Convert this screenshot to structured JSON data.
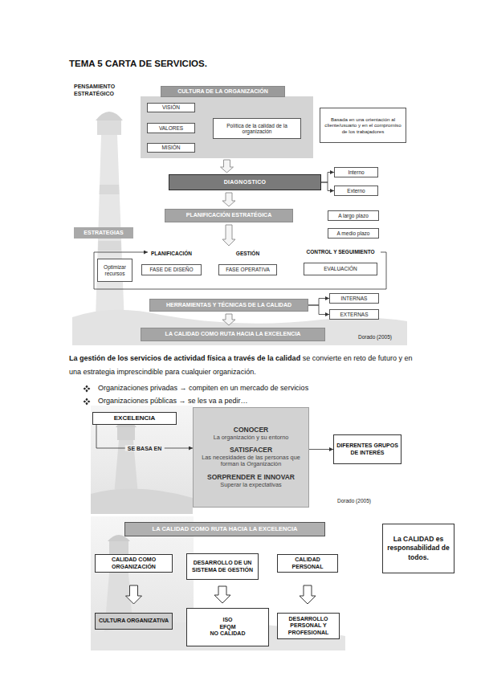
{
  "diagram": {
    "title": "TEMA 5 CARTA DE SERVICIOS.",
    "nodes": [
      {
        "text": [
          "CULTURA DE LA ORGANIZACIÓN"
        ]
      },
      {
        "text": [
          "VISIÓN"
        ],
        "in": 0
      },
      {
        "text": [
          "VALORES"
        ],
        "in": 0
      },
      {
        "text": [
          "Política de la calidad de la organización"
        ],
        "in": 0
      },
      {
        "text": [
          "MISIÓN"
        ],
        "in": 0
      },
      {
        "text": [
          "Basada en una orientación al cliente/usuario y en el compromiso de los trabajadores"
        ]
      },
      {
        "text": [
          "DIAGNOSTICO"
        ]
      },
      {
        "text": [
          "Interno"
        ]
      },
      {
        "text": [
          "Externo"
        ]
      },
      {
        "text": [
          "PLANIFICACIÓN ESTRATÉGICA"
        ]
      },
      {
        "text": [
          "A largo plazo"
        ]
      },
      {
        "text": [
          "ESTRATEGIAS"
        ]
      },
      {
        "text": [
          "A medio plazo"
        ]
      },
      {
        "text": [
          "Optimizar recursos"
        ]
      },
      {
        "text": [
          "PLANIFICACIÓN",
          "FASE DE DISEÑO"
        ]
      },
      {
        "text": [
          "GESTIÓN",
          "FASE OPERATIVA"
        ]
      },
      {
        "text": [
          "CONTROL Y SEGUIMIENTO",
          "EVALUACIÓN"
        ]
      },
      {
        "text": [
          "HERRAMIENTAS Y TÉCNICAS DE LA CALIDAD"
        ]
      },
      {
        "text": [
          "INTERNAS"
        ]
      },
      {
        "text": [
          "EXTERNAS"
        ]
      },
      {
        "text": [
          "LA CALIDAD COMO RUTA HACIA LA EXCELENCIA"
        ]
      },
      {
        "text": [
          "EXCELENCIA"
        ]
      },
      {
        "text": [
          "CONOCER",
          "La organización y su entorno",
          "SATISFACER",
          "Las necesidades de las personas que forman la Organización",
          "SORPRENDER E INNOVAR",
          "Superar la expectativas"
        ]
      },
      {
        "text": [
          "DIFERENTES GRUPOS DE INTERÉS"
        ]
      },
      {
        "text": [
          "LA CALIDAD COMO RUTA HACIA LA EXCELENCIA"
        ]
      },
      {
        "text": [
          "La CALIDAD es responsabilidad de todos."
        ]
      },
      {
        "text": [
          "CALIDAD COMO ORGANIZACIÓN"
        ]
      },
      {
        "text": [
          "DESARROLLO DE UN SISTEMA DE GESTIÓN"
        ]
      },
      {
        "text": [
          "CALIDAD PERSONAL"
        ]
      },
      {
        "text": [
          "CULTURA ORGANIZATIVA"
        ]
      },
      {
        "text": [
          "ISO",
          "EFQM",
          "NO CALIDAD"
        ]
      },
      {
        "text": [
          "DESARROLLO PERSONAL Y PROFESIONAL"
        ]
      }
    ],
    "edges": [
      {
        "from": 0,
        "to": 6,
        "arrow": "to"
      },
      {
        "from": 6,
        "to": 7,
        "arrow": "to"
      },
      {
        "from": 6,
        "to": 8,
        "arrow": "to"
      },
      {
        "from": 6,
        "to": 9,
        "arrow": "to"
      },
      {
        "from": 17,
        "to": 18,
        "arrow": "to"
      },
      {
        "from": 17,
        "to": 19,
        "arrow": "to"
      },
      {
        "from": 17,
        "to": 20,
        "arrow": "to"
      },
      {
        "from": 21,
        "to": 22,
        "label": "SE BASA EN",
        "arrow": "to"
      },
      {
        "from": 22,
        "to": 23,
        "arrow": "to"
      },
      {
        "from": 26,
        "to": 29,
        "arrow": "to"
      },
      {
        "from": 27,
        "to": 30,
        "arrow": "to"
      },
      {
        "from": 28,
        "to": 31,
        "arrow": "to"
      }
    ],
    "labels": [
      "PENSAMIENTO ESTRATÉGICO",
      "Dorado (2005)",
      "La gestión de los servicios de actividad física a través de la calidad",
      "se convierte en reto de futuro y en una estrategia imprescindible para cualquier organización.",
      "Organizaciones privadas → compiten en un mercado de servicios",
      "Organizaciones públicas → se les va a pedir…",
      "Dorado (2005)"
    ]
  }
}
